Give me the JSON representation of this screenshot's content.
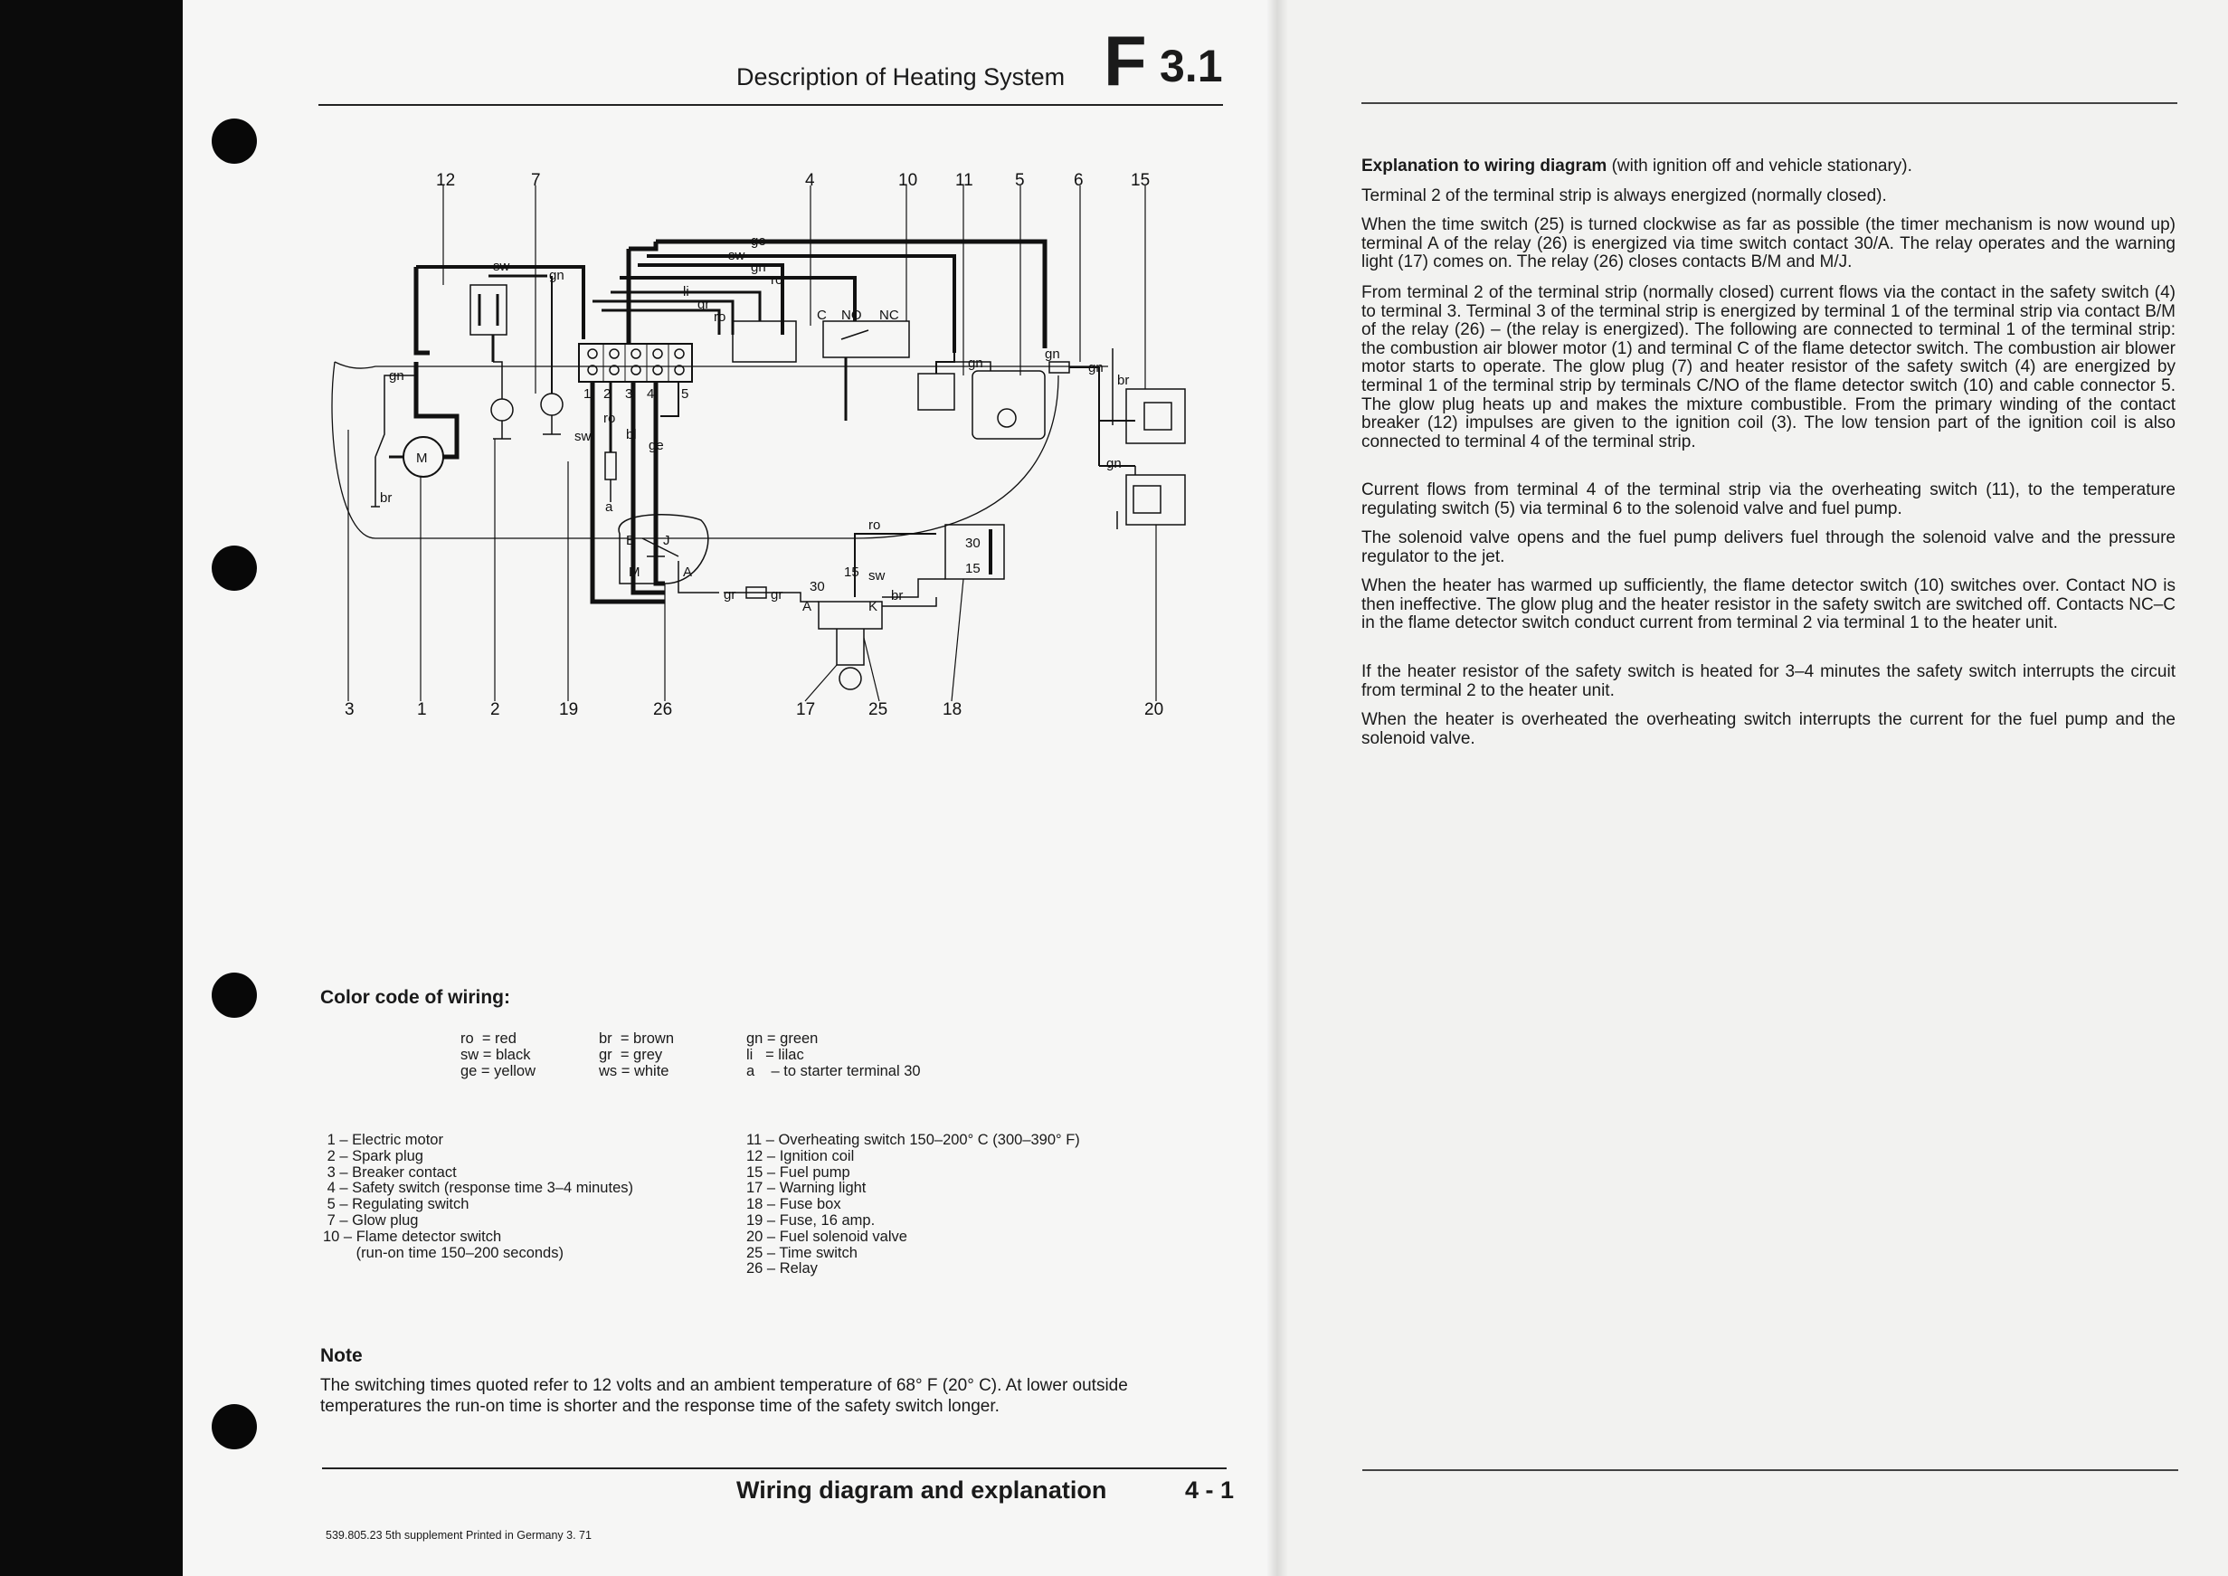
{
  "header": {
    "title": "Description of Heating System",
    "letter": "F",
    "number": "3.1"
  },
  "diagram": {
    "callouts_top": [
      "12",
      "7",
      "4",
      "10",
      "11",
      "5",
      "6",
      "15"
    ],
    "callouts_bottom": [
      "3",
      "1",
      "2",
      "19",
      "26",
      "17",
      "25",
      "18",
      "20"
    ],
    "wire_labels": {
      "sw": "sw",
      "gn": "gn",
      "ge": "ge",
      "ro": "ro",
      "li": "li",
      "bl": "bl",
      "br": "br",
      "gr": "gr",
      "a": "a"
    },
    "terminal_numbers": [
      "1",
      "2",
      "3",
      "4",
      "5"
    ],
    "relay_contacts": [
      "B",
      "J",
      "M",
      "A"
    ],
    "switch_contacts": [
      "C",
      "NO",
      "NC"
    ],
    "time_switch_marks": [
      "30",
      "15",
      "A",
      "K"
    ],
    "fuse_box_marks": [
      "30",
      "15"
    ],
    "motor_mark": "M"
  },
  "color_code": {
    "title": "Color code of wiring:",
    "col1": [
      "ro  = red",
      "sw = black",
      "ge = yellow"
    ],
    "col2": [
      "br  = brown",
      "gr  = grey",
      "ws = white"
    ],
    "col3": [
      "gn = green",
      "li   = lilac",
      "a    – to starter terminal 30"
    ]
  },
  "legend": {
    "col1": [
      " 1 – Electric motor",
      " 2 – Spark plug",
      " 3 – Breaker contact",
      " 4 – Safety switch (response time 3–4 minutes)",
      " 5 – Regulating switch",
      " 7 – Glow plug",
      "10 – Flame detector switch",
      "        (run-on time 150–200 seconds)"
    ],
    "col2": [
      "11 – Overheating switch 150–200° C (300–390° F)",
      "12 – Ignition coil",
      "15 – Fuel pump",
      "17 – Warning light",
      "18 – Fuse box",
      "19 – Fuse, 16 amp.",
      "20 – Fuel solenoid valve",
      "25 – Time switch",
      "26 – Relay"
    ]
  },
  "note": {
    "title": "Note",
    "body": "The switching times quoted refer to 12 volts and an ambient temperature of 68° F (20° C). At lower outside temperatures the run-on time is shorter and the response time of the safety switch longer."
  },
  "footer": {
    "title": "Wiring diagram and explanation",
    "page": "4 - 1",
    "print_line": "539.805.23   5th supplement   Printed in Germany   3. 71"
  },
  "explanation": {
    "heading": "Explanation to wiring diagram",
    "heading_suffix": " (with ignition off and vehicle stationary).",
    "paragraphs": [
      "Terminal 2 of the terminal strip is always energized (normally closed).",
      "When the time switch (25) is turned clockwise as far as possible (the timer mechanism is now wound up) terminal A of the relay (26) is energized via time switch contact 30/A. The relay operates and the warning light (17) comes on. The relay (26) closes contacts B/M and M/J.",
      "From terminal 2 of the terminal strip (normally closed) current flows via the contact in the safety switch (4) to terminal 3. Terminal 3 of the terminal strip is energized by terminal 1 of the terminal strip via contact B/M of the relay (26) – (the relay is energized). The following are connected to terminal 1 of the terminal strip: the combustion air blower motor (1) and terminal C of the flame detector switch. The combustion air blower motor starts to operate. The glow plug (7) and heater resistor of the safety switch (4) are energized by terminal 1 of the terminal strip by terminals C/NO of the flame detector switch (10) and cable connector 5. The glow plug heats up and makes the mixture combustible. From the primary winding of the contact breaker (12) impulses are given to the ignition coil (3). The low tension part of the ignition coil is also connected to terminal 4 of the terminal strip.",
      "Current flows from terminal 4 of the terminal strip via the overheating switch (11), to the temperature regulating switch (5) via terminal 6 to the solenoid valve and fuel pump.",
      "The solenoid valve opens and the fuel pump delivers fuel through the solenoid valve and the pressure regulator to the jet.",
      "When the heater has warmed up sufficiently, the flame detector switch (10) switches over. Contact NO is then ineffective. The glow plug and the heater resistor in the safety switch are switched off. Contacts NC–C in the flame detector switch conduct current from terminal 2 via terminal 1 to the heater unit.",
      "If the heater resistor of the safety switch is heated for 3–4 minutes the safety switch interrupts the circuit from terminal 2 to the heater unit.",
      "When the heater is overheated the overheating switch interrupts the current for the fuel pump and the solenoid valve."
    ]
  }
}
